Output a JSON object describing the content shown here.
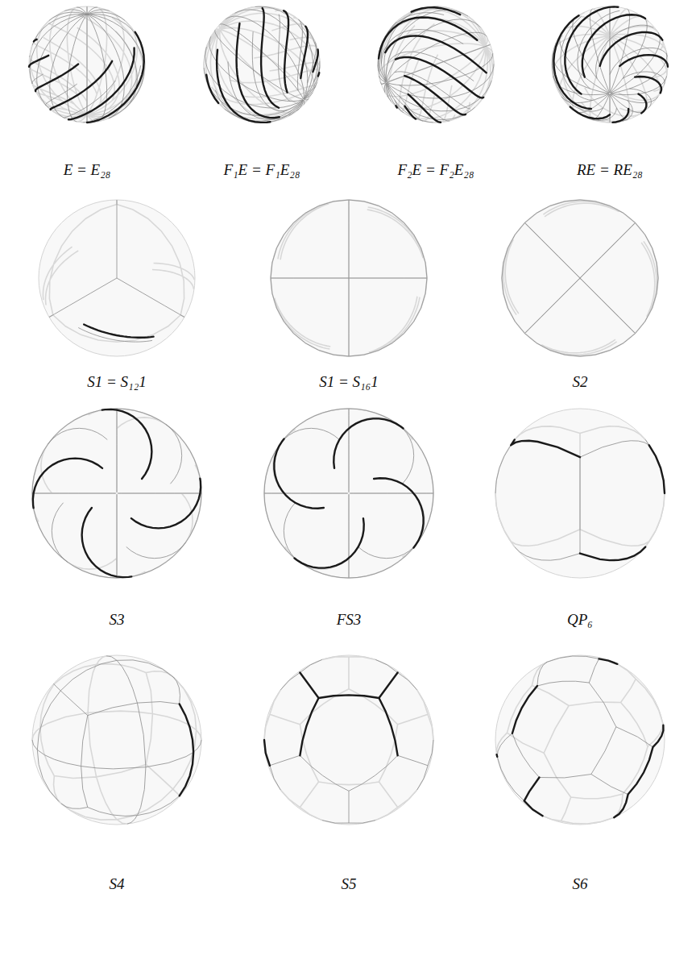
{
  "diagram": {
    "labels": [
      "E = E₂₈",
      "F₁E = F₁E₂₈",
      "F₂E = F₂E₂₈",
      "RE = RE₂₈",
      "S1 = S₁₂1",
      "S1 = S₁₆1",
      "S2",
      "S3",
      "FS3",
      "QP₆",
      "S4",
      "S5",
      "S6"
    ]
  }
}
